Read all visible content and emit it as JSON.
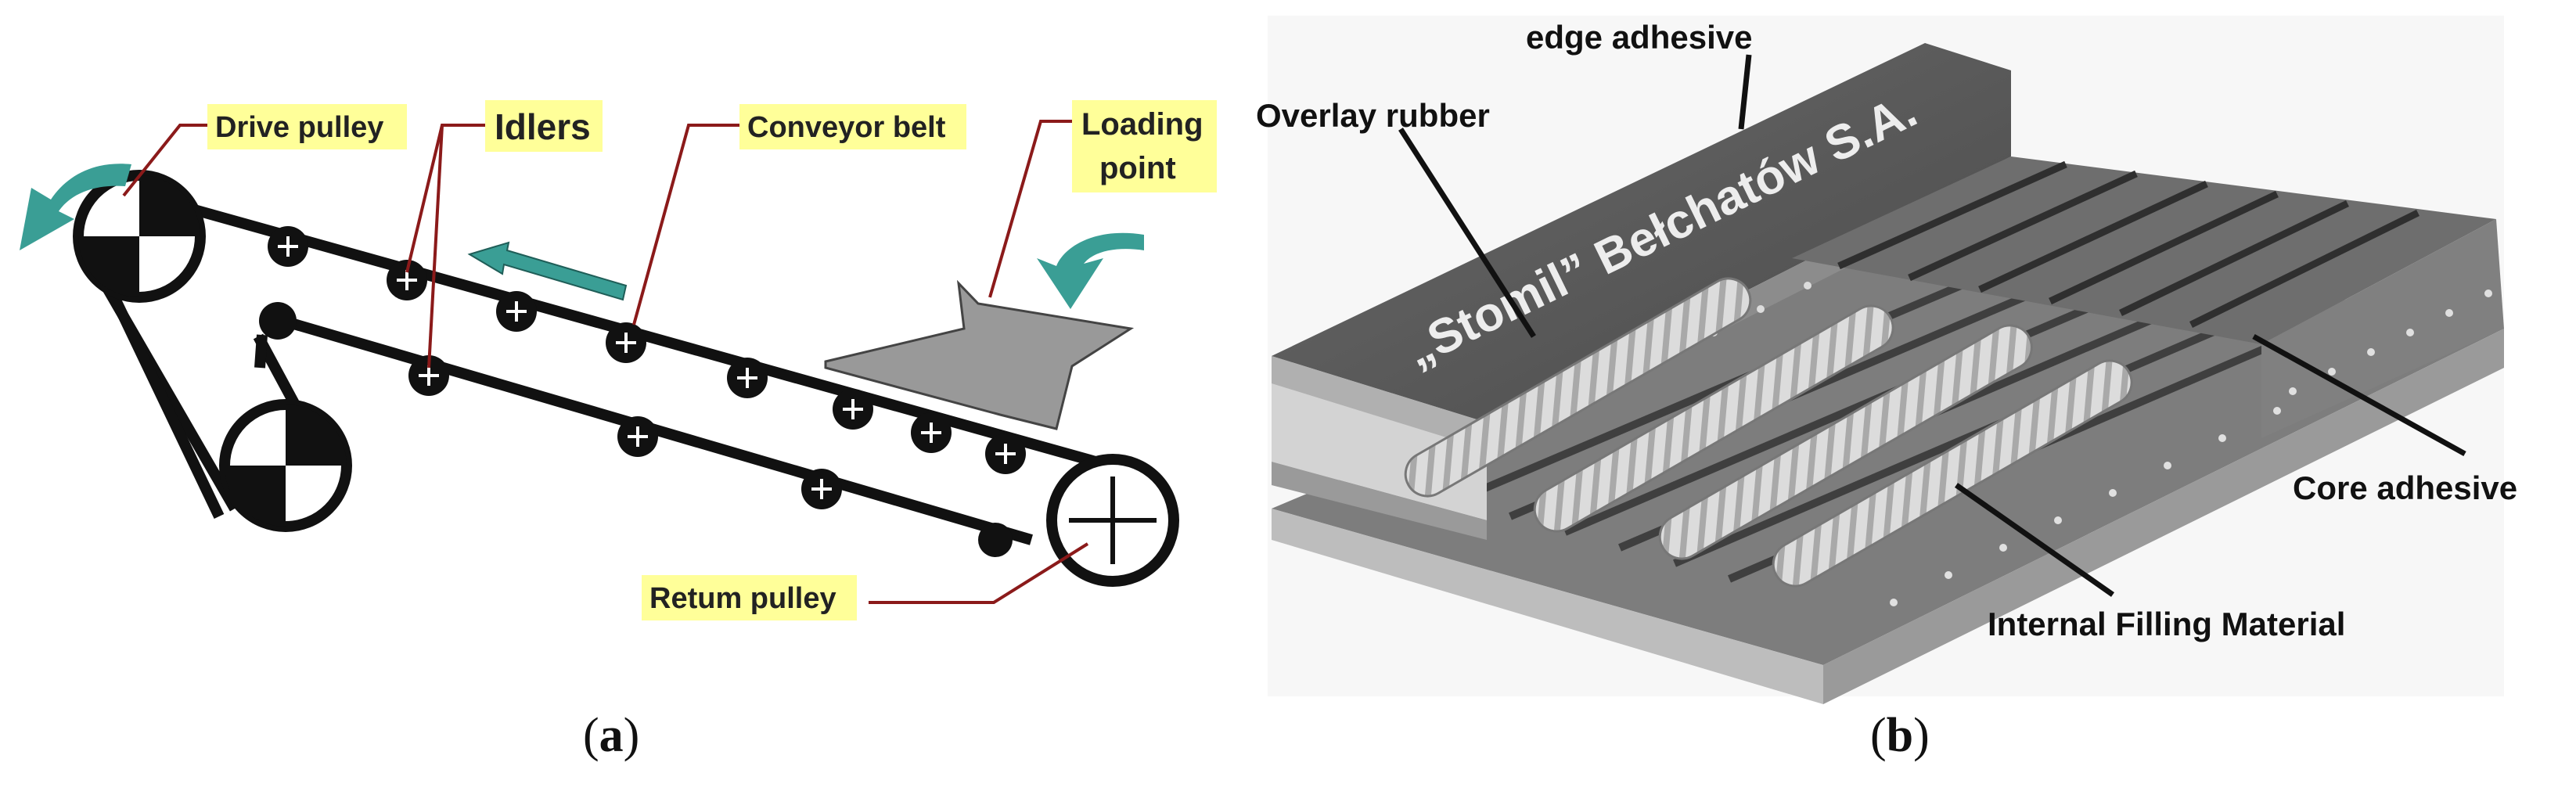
{
  "panel_a": {
    "caption_letter": "a",
    "labels": {
      "drive_pulley": "Drive pulley",
      "idlers": "Idlers",
      "conveyor_belt": "Conveyor belt",
      "loading_point_line1": "Loading",
      "loading_point_line2": "point",
      "return_pulley": "Retum pulley"
    },
    "colors": {
      "label_bg": "#ffff99",
      "leader_line": "#8b1a1a",
      "arrow": "#3a9e95",
      "hopper": "#999999",
      "belt": "#111111"
    }
  },
  "panel_b": {
    "caption_letter": "b",
    "labels": {
      "edge_adhesive": "edge adhesive",
      "overlay_rubber": "Overlay rubber",
      "core_adhesive": "Core adhesive",
      "internal_filling": "Internal Filling Material"
    },
    "belt_brand_text": "„Stomil” Bełchatów S.A.",
    "colors": {
      "rubber_dark": "#5a5a5a",
      "rubber_mid": "#8a8a8a",
      "rubber_light": "#d0d0d0",
      "cable": "#e6e6e6"
    }
  }
}
